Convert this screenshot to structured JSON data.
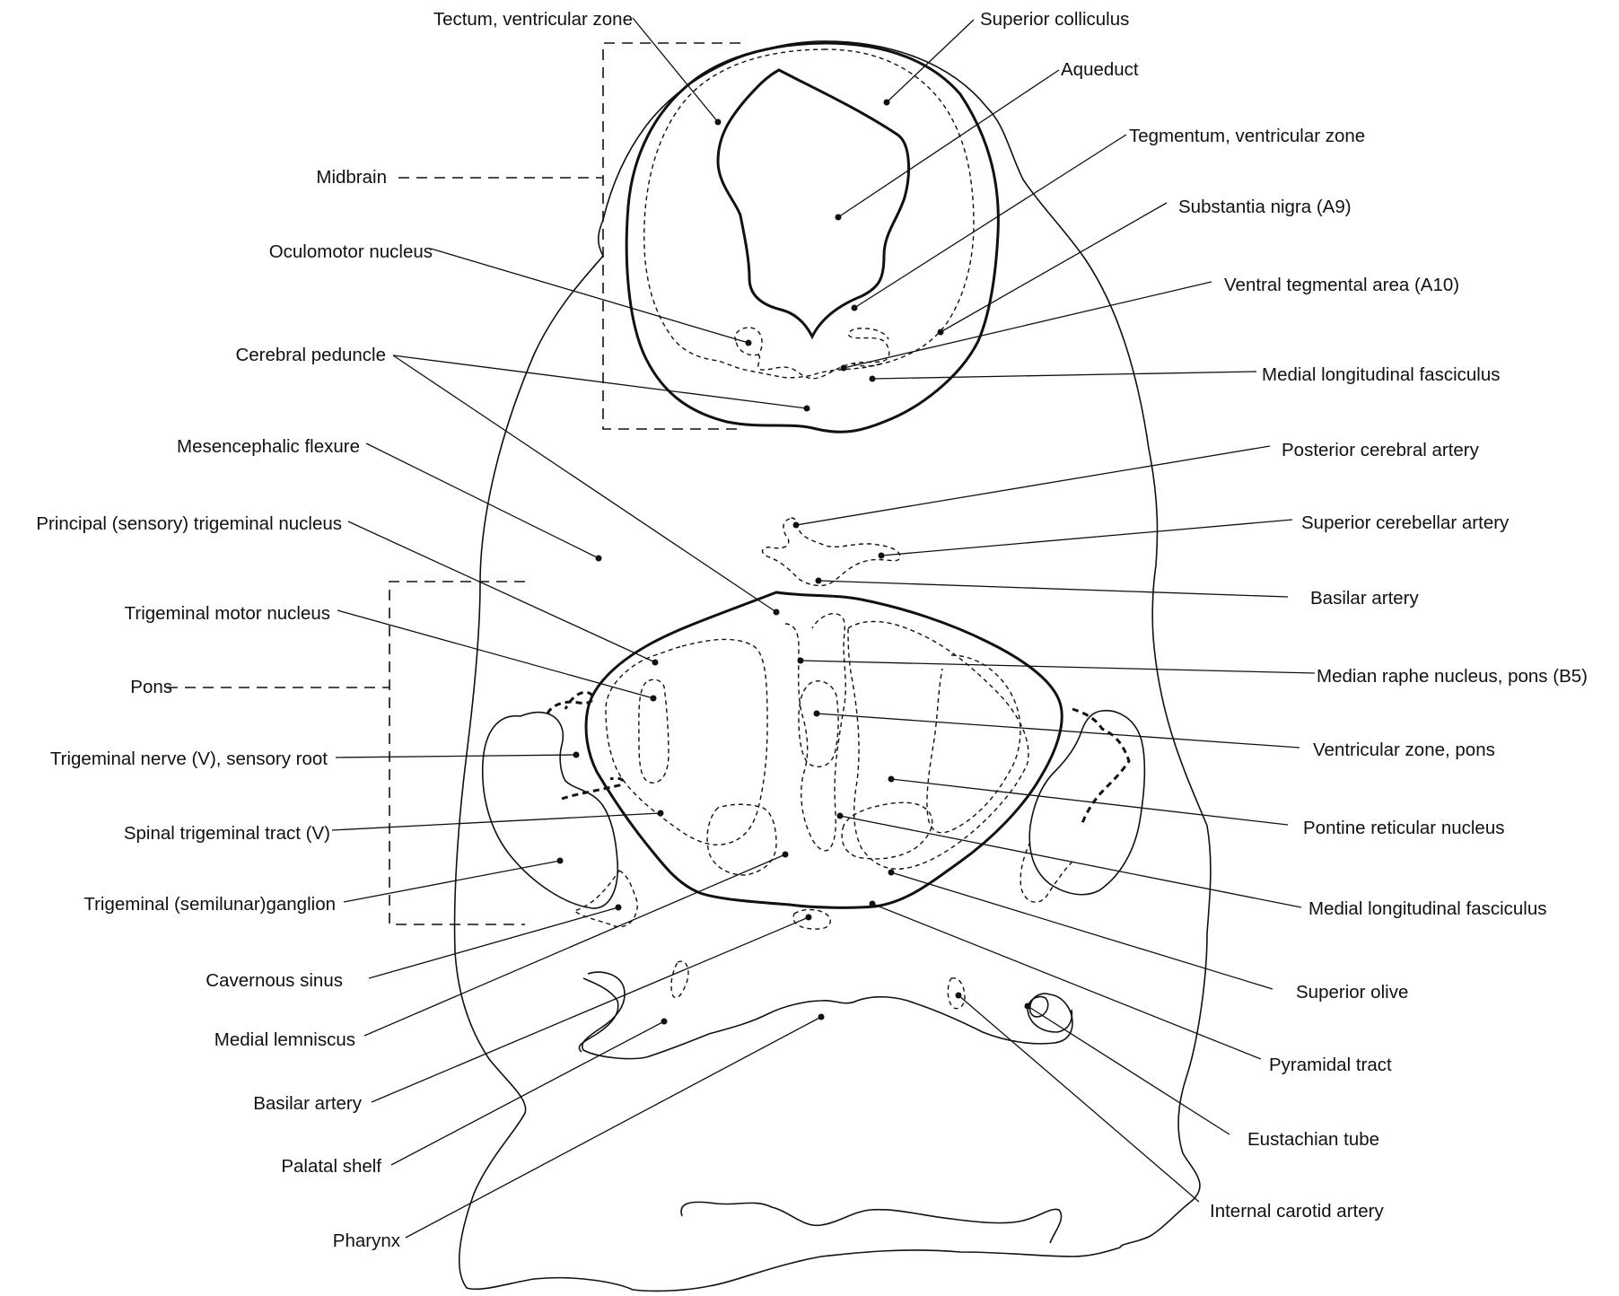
{
  "labels": {
    "tectum_vz": "Tectum, ventricular zone",
    "superior_colliculus": "Superior colliculus",
    "aqueduct": "Aqueduct",
    "tegmentum_vz": "Tegmentum, ventricular zone",
    "substantia_nigra": "Substantia nigra (A9)",
    "vta": "Ventral tegmental area (A10)",
    "mlf_top": "Medial longitudinal fasciculus",
    "midbrain": "Midbrain",
    "oculomotor": "Oculomotor nucleus",
    "cerebral_peduncle": "Cerebral peduncle",
    "mesencephalic_flexure": "Mesencephalic flexure",
    "posterior_cerebral_artery": "Posterior cerebral artery",
    "principal_trigeminal": "Principal (sensory) trigeminal nucleus",
    "superior_cerebellar_artery": "Superior cerebellar artery",
    "basilar_artery_right": "Basilar artery",
    "trigeminal_motor": "Trigeminal motor nucleus",
    "median_raphe": "Median raphe nucleus, pons (B5)",
    "pons": "Pons",
    "trigeminal_sensory_root": "Trigeminal nerve (V), sensory root",
    "ventricular_zone_pons": "Ventricular zone, pons",
    "spinal_trigeminal_tract": "Spinal trigeminal tract (V)",
    "pontine_reticular": "Pontine reticular nucleus",
    "trigeminal_ganglion": "Trigeminal (semilunar)ganglion",
    "mlf_bottom": "Medial longitudinal fasciculus",
    "cavernous_sinus": "Cavernous sinus",
    "superior_olive": "Superior olive",
    "medial_lemniscus": "Medial lemniscus",
    "pyramidal_tract": "Pyramidal tract",
    "basilar_artery_left": "Basilar artery",
    "eustachian_tube": "Eustachian tube",
    "palatal_shelf": "Palatal shelf",
    "internal_carotid": "Internal carotid artery",
    "pharynx": "Pharynx"
  }
}
